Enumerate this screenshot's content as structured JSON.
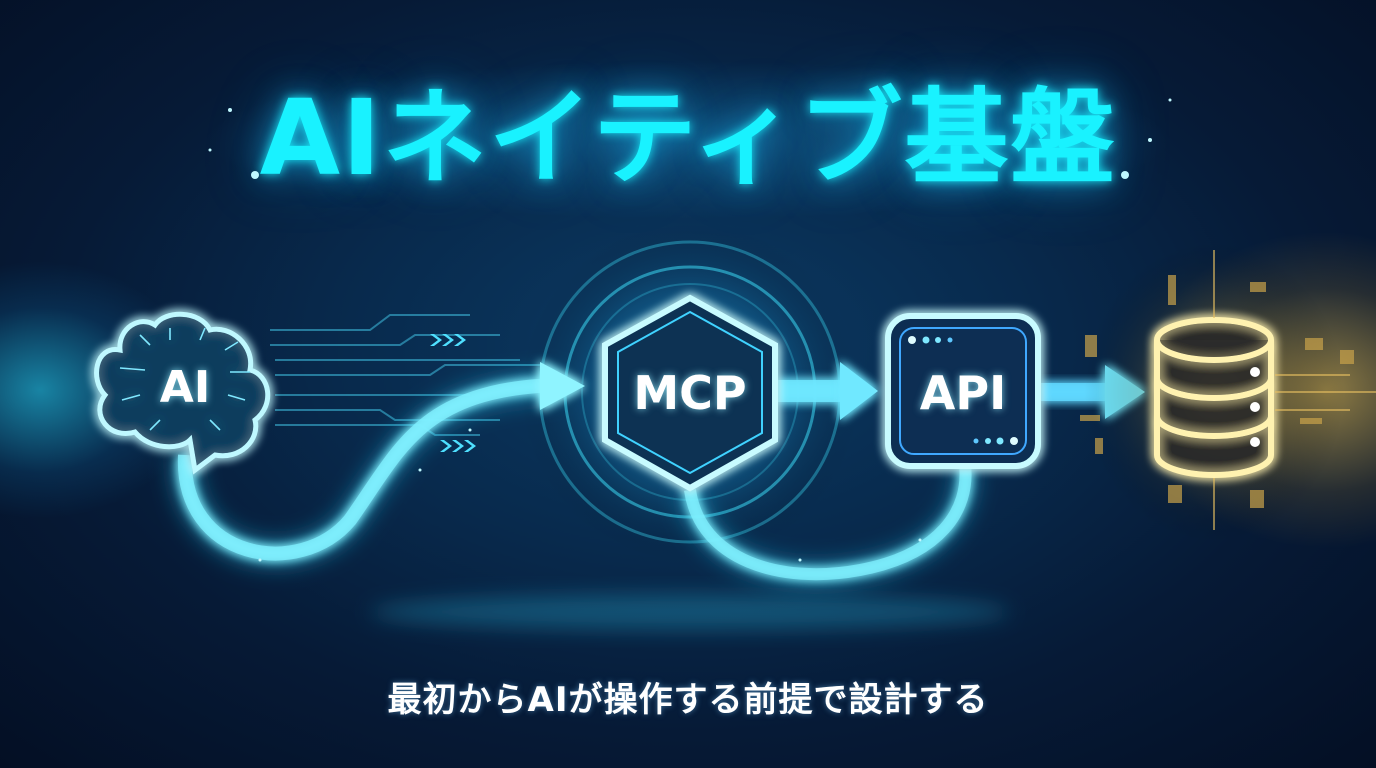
{
  "title": "AIネイティブ基盤",
  "subtitle": "最初からAIが操作する前提で設計する",
  "nodes": [
    {
      "id": "ai",
      "label": "AI",
      "icon": "brain-circuit-icon"
    },
    {
      "id": "mcp",
      "label": "MCP",
      "icon": "hexagon-icon"
    },
    {
      "id": "api",
      "label": "API",
      "icon": "rounded-square-icon"
    },
    {
      "id": "db",
      "label": "",
      "icon": "database-icon"
    }
  ],
  "flow": [
    "AI",
    "MCP",
    "API",
    "Database"
  ],
  "colors": {
    "title": "#19f2ff",
    "accent_cyan": "#3fe6ff",
    "accent_gold": "#ffd25a",
    "background": "#061a36",
    "subtitle": "#ffffff"
  }
}
